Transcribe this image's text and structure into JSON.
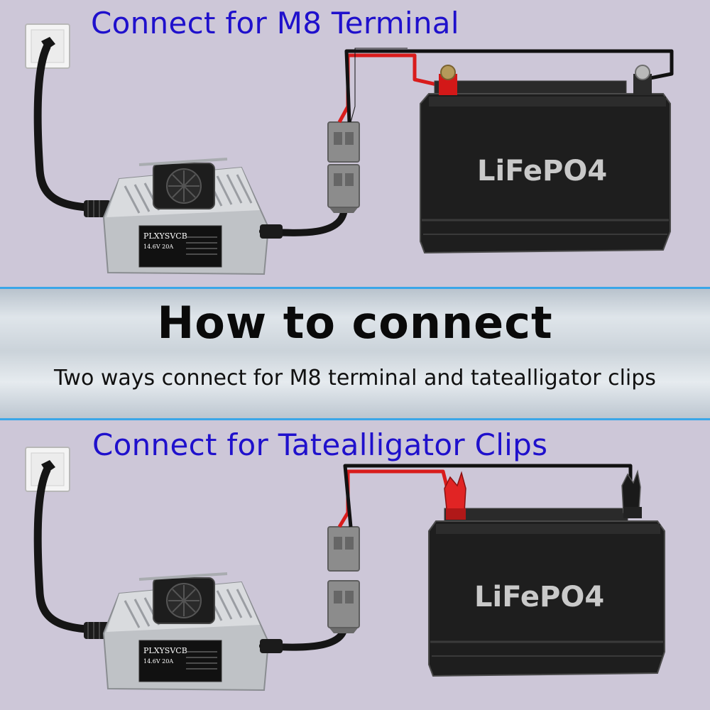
{
  "top_section": {
    "title": "Connect for M8 Terminal",
    "battery_label": "LiFePO4",
    "charger": {
      "brand": "PLXYSVCB",
      "rating": "14.6V 20A"
    }
  },
  "band": {
    "heading": "How to connect",
    "subtitle": "Two ways connect for M8 terminal and tatealligator clips"
  },
  "bottom_section": {
    "title": "Connect for Tatealligator Clips",
    "battery_label": "LiFePO4",
    "charger": {
      "brand": "PLXYSVCB",
      "rating": "14.6V 20A"
    }
  },
  "colors": {
    "title_blue": "#1f10cc",
    "band_border": "#3aa6e8",
    "background": "#cdc7d8",
    "positive_wire": "#d91c1c",
    "negative_wire": "#111111"
  },
  "icons": [
    "wall-socket-icon",
    "charger-icon",
    "fan-icon",
    "connector-icon",
    "battery-icon",
    "ring-terminal-icon",
    "alligator-clip-icon"
  ]
}
